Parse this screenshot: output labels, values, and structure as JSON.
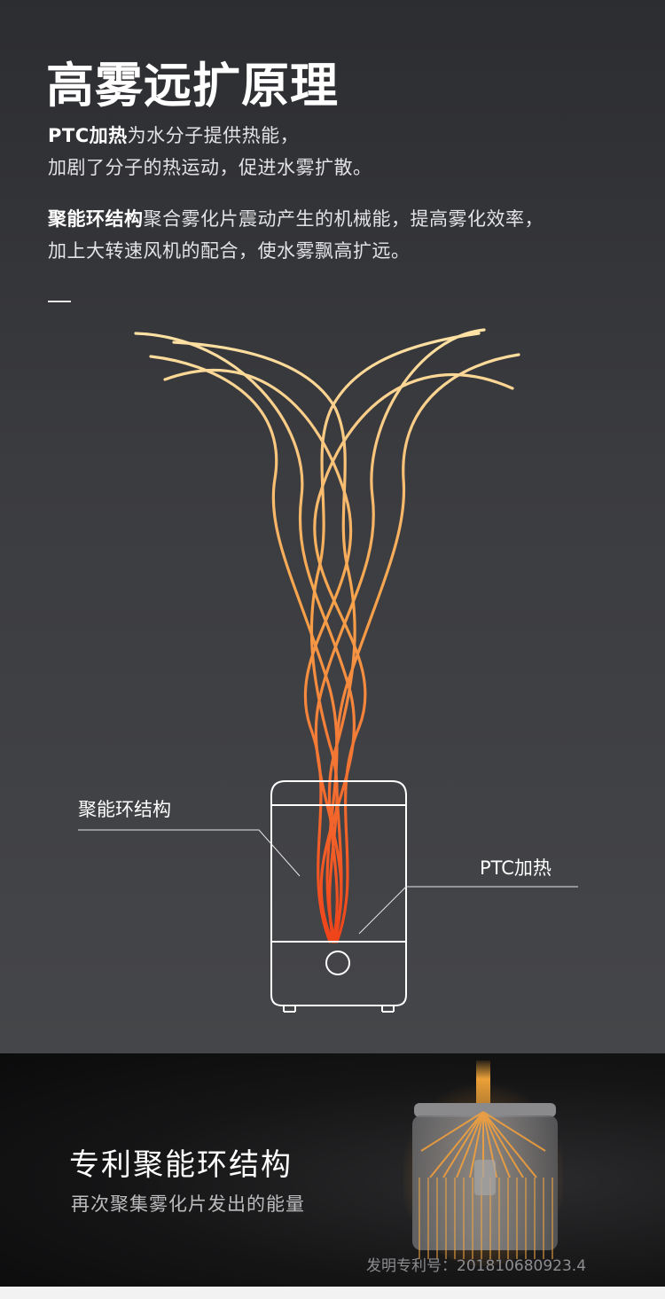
{
  "header": {
    "title": "高雾远扩原理"
  },
  "intro": {
    "ptc": {
      "highlight": "PTC加热",
      "line1_rest": "为水分子提供热能，",
      "line2": "加剧了分子的热运动，促进水雾扩散。"
    },
    "ring": {
      "highlight": "聚能环结构",
      "line1_rest": "聚合雾化片震动产生的机械能，提高雾化效率，",
      "line2": "加上大转速风机的配合，使水雾飘高扩远。"
    }
  },
  "diagram": {
    "label_ring": "聚能环结构",
    "label_ptc": "PTC加热"
  },
  "patent": {
    "title": "专利聚能环结构",
    "subtitle": "再次聚集雾化片发出的能量",
    "number_label": "发明专利号：",
    "number_value": "201810680923.4"
  },
  "colors": {
    "mist_top": "#fde3a6",
    "mist_mid": "#f7a24a",
    "mist_bottom": "#f0431a",
    "line": "#ffffff"
  }
}
